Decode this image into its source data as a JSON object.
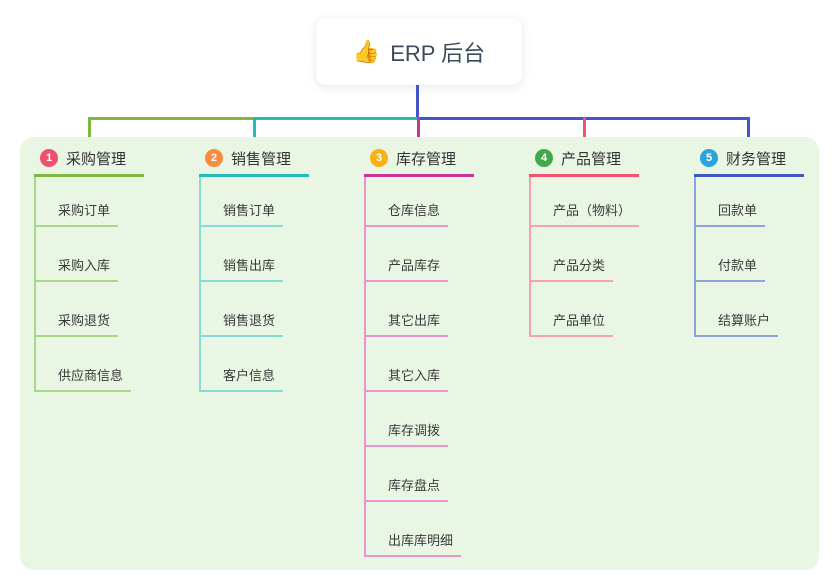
{
  "root": {
    "emoji": "👍",
    "icon": "thumbs-up-icon",
    "title": "ERP 后台"
  },
  "colors": {
    "panel_background": "#e9f6e4",
    "trunk_blue": "#4355c8",
    "branch_lines": [
      "#7cb93f",
      "#22bdb9",
      "#cc3399",
      "#f3536d",
      "#4056c4"
    ],
    "branch_light_lines": [
      "#a9d787",
      "#86dbd8",
      "#ee92ca",
      "#f8a3ac",
      "#8ea3de"
    ],
    "badge_colors": [
      "#f0506e",
      "#fb8b3d",
      "#f9b115",
      "#43a84b",
      "#2aa5db"
    ]
  },
  "branches": [
    {
      "index": "1",
      "label": "采购管理",
      "items": [
        "采购订单",
        "采购入库",
        "采购退货",
        "供应商信息"
      ]
    },
    {
      "index": "2",
      "label": "销售管理",
      "items": [
        "销售订单",
        "销售出库",
        "销售退货",
        "客户信息"
      ]
    },
    {
      "index": "3",
      "label": "库存管理",
      "items": [
        "仓库信息",
        "产品库存",
        "其它出库",
        "其它入库",
        "库存调拨",
        "库存盘点",
        "出库库明细"
      ]
    },
    {
      "index": "4",
      "label": "产品管理",
      "items": [
        "产品（物料）",
        "产品分类",
        "产品单位"
      ]
    },
    {
      "index": "5",
      "label": "财务管理",
      "items": [
        "回款单",
        "付款单",
        "结算账户"
      ]
    }
  ]
}
